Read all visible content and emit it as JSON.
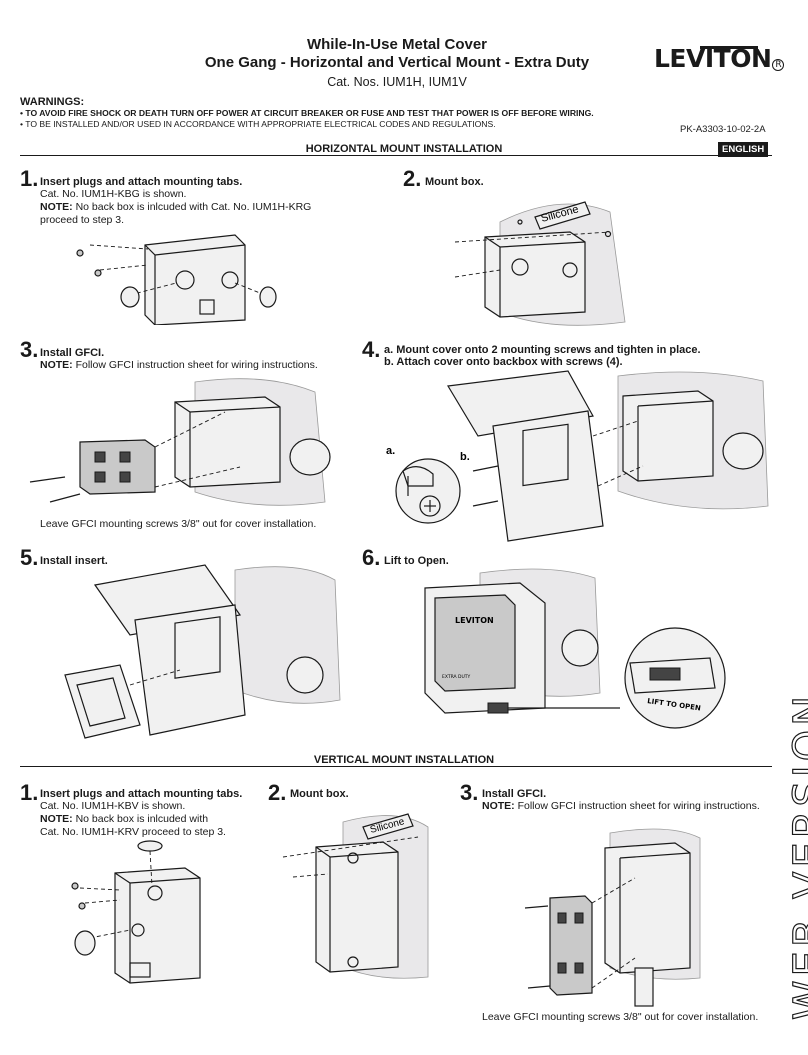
{
  "header": {
    "title_line1": "While-In-Use Metal Cover",
    "title_line2": "One Gang - Horizontal and Vertical Mount - Extra Duty",
    "cat_nos": "Cat. Nos. IUM1H, IUM1V",
    "logo": "LEVITON",
    "registered_mark": "R"
  },
  "warnings": {
    "title": "WARNINGS:",
    "items": [
      "• TO AVOID FIRE SHOCK OR DEATH TURN OFF POWER AT CIRCUIT BREAKER OR FUSE AND TEST THAT POWER IS OFF BEFORE WIRING.",
      "• TO BE INSTALLED AND/OR USED IN ACCORDANCE WITH APPROPRIATE ELECTRICAL CODES AND REGULATIONS."
    ]
  },
  "part_number": "PK-A3303-10-02-2A",
  "language": "ENGLISH",
  "horizontal": {
    "section_title": "HORIZONTAL MOUNT INSTALLATION",
    "steps": [
      {
        "num": "1.",
        "title": "Insert plugs and attach mounting tabs.",
        "line1": "Cat. No. IUM1H-KBG is shown.",
        "note_label": "NOTE:",
        "note": " No back box is inlcuded with Cat. No. IUM1H-KRG",
        "line3": "proceed to step 3."
      },
      {
        "num": "2.",
        "title": "Mount box.",
        "silicone": "Silicone"
      },
      {
        "num": "3.",
        "title": "Install GFCI.",
        "note_label": "NOTE:",
        "note": " Follow GFCI instruction sheet for wiring instructions.",
        "caption": "Leave GFCI mounting screws 3/8\" out for cover installation."
      },
      {
        "num": "4.",
        "title_a": "a. Mount cover onto 2 mounting screws and tighten in place.",
        "title_b": "b. Attach cover onto backbox with screws (4).",
        "label_a": "a.",
        "label_b": "b."
      },
      {
        "num": "5.",
        "title": "Install insert."
      },
      {
        "num": "6.",
        "title": "Lift to Open.",
        "cover_logo": "LEVITON",
        "cover_text": "EXTRA DUTY",
        "latch_text": "LIFT TO OPEN"
      }
    ]
  },
  "vertical": {
    "section_title": "VERTICAL MOUNT INSTALLATION",
    "steps": [
      {
        "num": "1.",
        "title": "Insert plugs and attach mounting tabs.",
        "line1": "Cat. No. IUM1H-KBV is shown.",
        "note_label": "NOTE:",
        "note": " No back box is inlcuded with",
        "line3": "Cat. No. IUM1H-KRV proceed to step 3."
      },
      {
        "num": "2.",
        "title": "Mount box.",
        "silicone": "Silicone"
      },
      {
        "num": "3.",
        "title": "Install GFCI.",
        "note_label": "NOTE:",
        "note": " Follow GFCI instruction sheet for wiring instructions.",
        "caption": "Leave GFCI mounting screws 3/8\" out for cover installation."
      }
    ]
  },
  "watermark": "WEB VERSION"
}
